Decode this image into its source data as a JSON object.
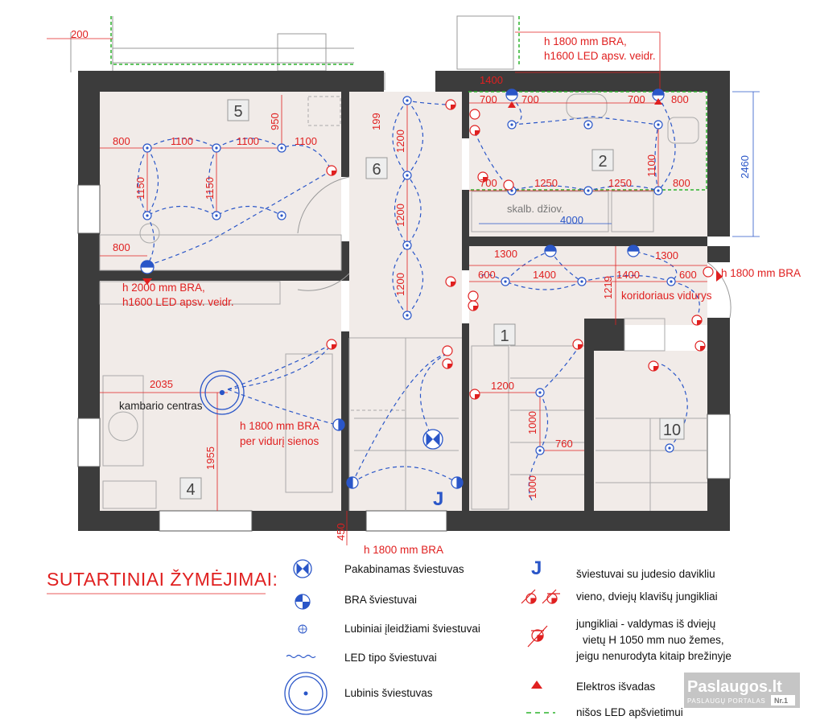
{
  "rooms": {
    "r1": "1",
    "r2": "2",
    "r4": "4",
    "r5": "5",
    "r6": "6",
    "r10": "10"
  },
  "dimensions": {
    "d200": "200",
    "d1400_top": "1400",
    "d700_a": "700",
    "d700_b": "700",
    "d700_c": "700",
    "d800_r2": "800",
    "d800_r5a": "800",
    "d1100_a": "1100",
    "d1100_b": "1100",
    "d1100_c": "1100",
    "d950": "950",
    "d1150_a": "1150",
    "d1150_b": "1150",
    "d800_r5b": "800",
    "d199": "199",
    "d1200_a": "1200",
    "d1200_b": "1200",
    "d1200_c": "1200",
    "d700_r2b": "700",
    "d1250_a": "1250",
    "d1250_b": "1250",
    "d800_r2b": "800",
    "d1100_r2": "1100",
    "d2460": "2460",
    "d4000": "4000",
    "d1300_a": "1300",
    "d1300_b": "1300",
    "d600_a": "600",
    "d1400_a": "1400",
    "d1400_b": "1400",
    "d600_b": "600",
    "d1219": "1219",
    "d2035": "2035",
    "d1955": "1955",
    "d450": "450",
    "d1200_r1": "1200",
    "d1000": "1000",
    "d760": "760",
    "d1000_b": "1000"
  },
  "notes": {
    "bra_top_1": "h 1800 mm BRA,",
    "bra_top_2": "h1600 LED apsv. veidr.",
    "bra_r5_1": "h 2000 mm BRA,",
    "bra_r5_2": "h1600 LED apsv. veidr.",
    "bra_right": "h 1800 mm BRA",
    "corridor_mid": "koridoriaus vidurys",
    "room_center": "kambario centras",
    "bra_wall_1": "h 1800 mm BRA",
    "bra_wall_2": "per vidurį sienos",
    "bra_bottom": "h 1800 mm BRA",
    "skalb": "skalb. džiov.",
    "j_mark": "J"
  },
  "legend": {
    "title": "SUTARTINIAI ŽYMĖJIMAI:",
    "pendant": "Pakabinamas šviestuvas",
    "bra": "BRA šviestuvai",
    "recessed": "Lubiniai įleidžiami šviestuvai",
    "led": "LED tipo šviestuvai",
    "ceiling": "Lubinis šviestuvas",
    "motion_icon": "J",
    "motion": "šviestuvai su judesio davikliu",
    "switch": "vieno,  dviejų klavišų jungikliai",
    "switch2_1": "jungikliai  - valdymas iš dviejų",
    "switch2_2": "vietų    H 1050 mm nuo žemes,",
    "switch2_3": "jeigu nenurodyta kitaip brežinyje",
    "outlet": "Elektros išvadas",
    "niche": "nišos LED apšvietimui"
  },
  "watermark": {
    "brand": "Paslaugos.lt",
    "sub": "PASLAUGŲ PORTALAS",
    "badge": "Nr.1"
  },
  "colors": {
    "wall": "#3c3c3c",
    "floor": "#f1ebe8",
    "red": "#e02020",
    "blue": "#2a56c8",
    "green": "#2db32d"
  }
}
